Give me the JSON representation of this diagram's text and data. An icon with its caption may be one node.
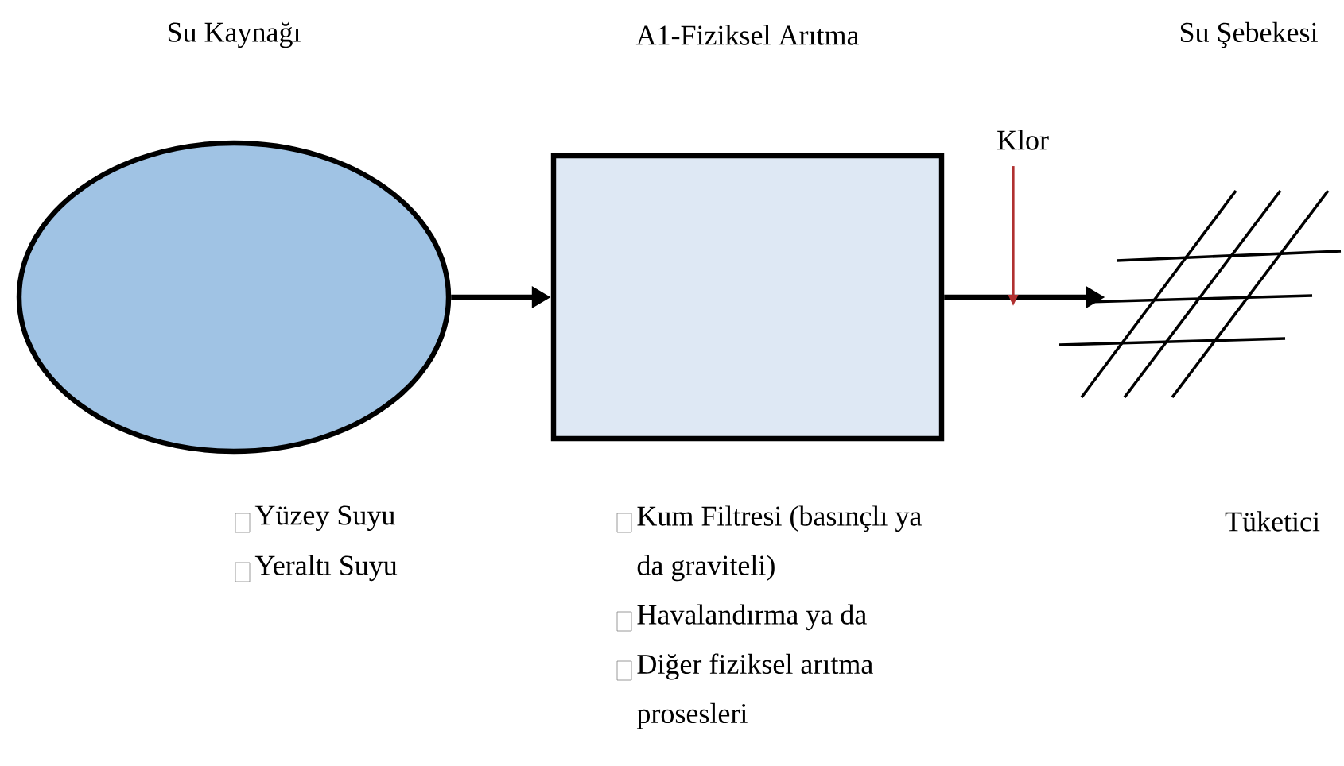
{
  "diagram": {
    "nodes": [
      {
        "text": [
          "Su Kaynağı"
        ],
        "beside": [
          "Yüzey Suyu",
          "Yeraltı Suyu"
        ]
      },
      {
        "text": [
          "A1-Fiziksel Arıtma"
        ],
        "beside": [
          "Kum Filtresi (basınçlı ya da graviteli)",
          "Havalandırma ya da",
          "Diğer fiziksel arıtma prosesleri"
        ]
      },
      {
        "text": [
          "Su Şebekesi",
          "Tüketici"
        ]
      },
      {
        "text": [
          "Klor"
        ]
      }
    ],
    "edges": [
      {
        "from": 0,
        "to": 1,
        "arrow": "to"
      },
      {
        "from": 1,
        "to": 2,
        "arrow": "to"
      },
      {
        "from": 3,
        "to": null,
        "arrow": "to",
        "color": "#b03030"
      }
    ]
  }
}
